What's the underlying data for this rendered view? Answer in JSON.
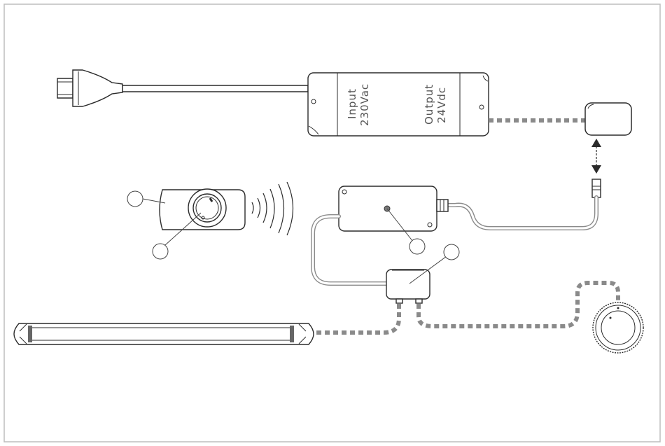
{
  "power_supply": {
    "input_label": "Input",
    "input_voltage": "230Vac",
    "output_label": "Output",
    "output_voltage": "24Vdc"
  }
}
